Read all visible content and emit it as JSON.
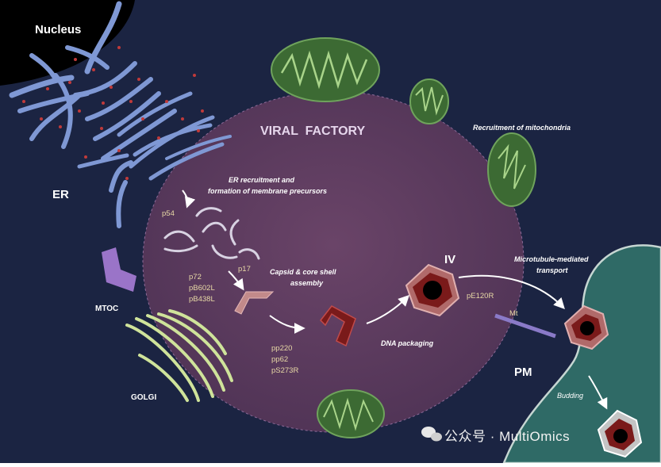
{
  "labels": {
    "nucleus": "Nucleus",
    "er": "ER",
    "mtoc": "MTOC",
    "golgi": "GOLGI",
    "viral_factory": "VIRAL  FACTORY",
    "recruit_mito": "Recruitment of mitochondria",
    "er_recruit_l1": "ER recruitment and",
    "er_recruit_l2": "formation of membrane precursors",
    "p54": "p54",
    "p17": "p17",
    "p72": "p72",
    "pb602l": "pB602L",
    "pb438l": "pB438L",
    "capsid_l1": "Capsid & core shell",
    "capsid_l2": "assembly",
    "pp220": "pp220",
    "pp62": "pp62",
    "ps273r": "pS273R",
    "dna_packaging": "DNA packaging",
    "iv": "IV",
    "pe120r": "pE120R",
    "microtubule_l1": "Microtubule-mediated",
    "microtubule_l2": "transport",
    "mt": "Mt",
    "pm": "PM",
    "budding": "Budding"
  },
  "watermark": {
    "text": "公众号 · MultiOmics"
  },
  "colors": {
    "background": "#1b2442",
    "factory": "#5b3a5e",
    "er": "#7f98d4",
    "mitochondria": "#3c6a33",
    "golgi": "#cfe39a",
    "cell_membrane": "#2f6a66",
    "virion_outer": "#b06a6a",
    "virion_core": "#000000",
    "mtoc": "#9a74c8"
  }
}
